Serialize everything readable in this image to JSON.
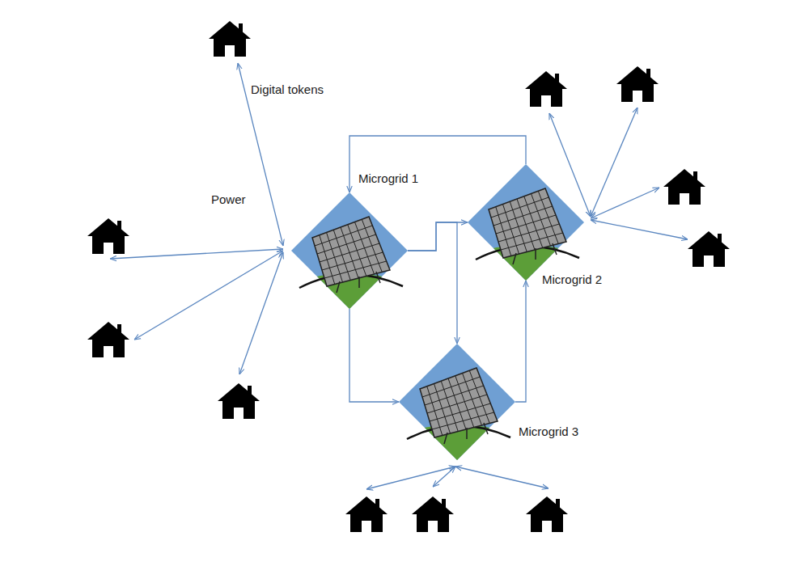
{
  "diagram": {
    "nodes": [
      {
        "text": [
          "Microgrid 1"
        ]
      },
      {
        "text": [
          "Microgrid 2"
        ]
      },
      {
        "text": [
          "Microgrid 3"
        ]
      }
    ],
    "edges": [
      {
        "from": 1,
        "to": 0,
        "arrow": "to"
      },
      {
        "from": 0,
        "to": 1,
        "arrow": "to"
      },
      {
        "from": 0,
        "to": 2,
        "arrow": "to"
      },
      {
        "from": 0,
        "to": 2,
        "arrow": "to"
      },
      {
        "from": 2,
        "to": 1,
        "arrow": "to"
      }
    ],
    "labels": [
      "Digital tokens",
      "Power"
    ]
  }
}
